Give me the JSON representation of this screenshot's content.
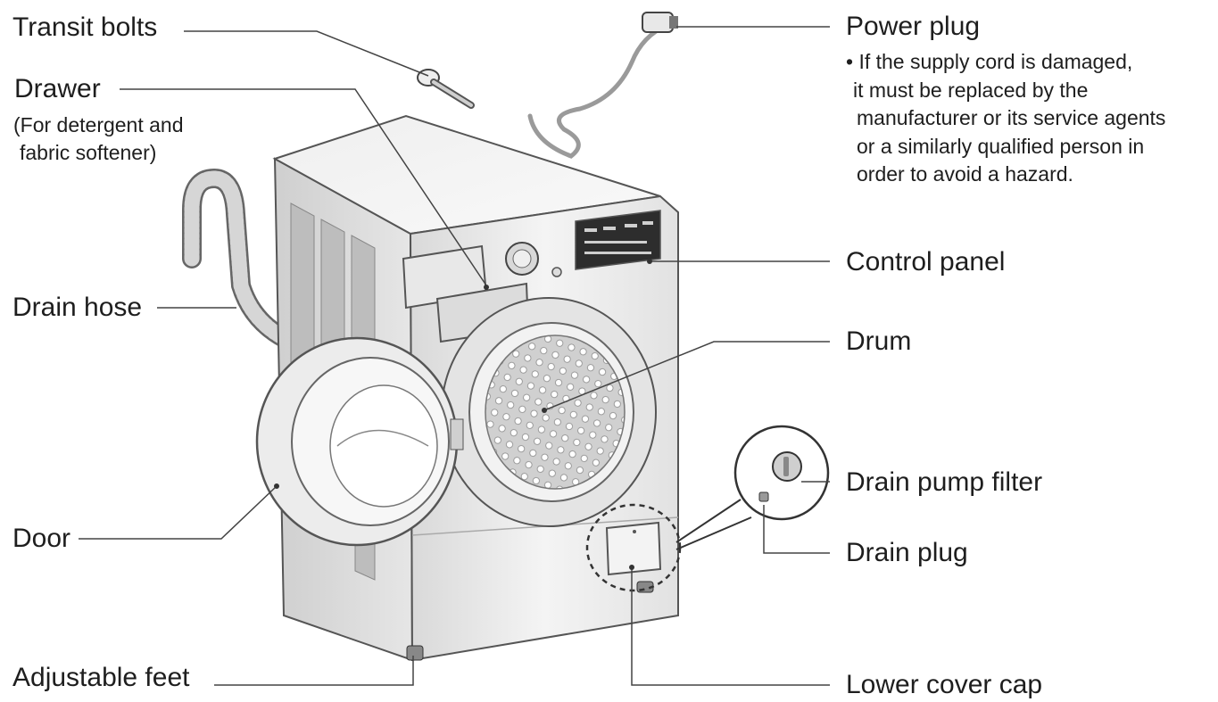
{
  "labels": {
    "transit_bolts": "Transit bolts",
    "drawer": "Drawer",
    "drawer_note_1": "(For detergent and",
    "drawer_note_2": "fabric softener)",
    "drain_hose": "Drain hose",
    "door": "Door",
    "adjustable_feet": "Adjustable feet",
    "power_plug": "Power plug",
    "power_note": [
      "• If the supply cord is damaged,",
      "it must be replaced by the",
      "manufacturer or its service agents",
      "or a similarly qualified person in",
      "order to avoid a hazard."
    ],
    "control_panel": "Control panel",
    "drum": "Drum",
    "drain_pump_filter": "Drain pump filter",
    "drain_plug": "Drain plug",
    "lower_cover_cap": "Lower cover cap"
  }
}
